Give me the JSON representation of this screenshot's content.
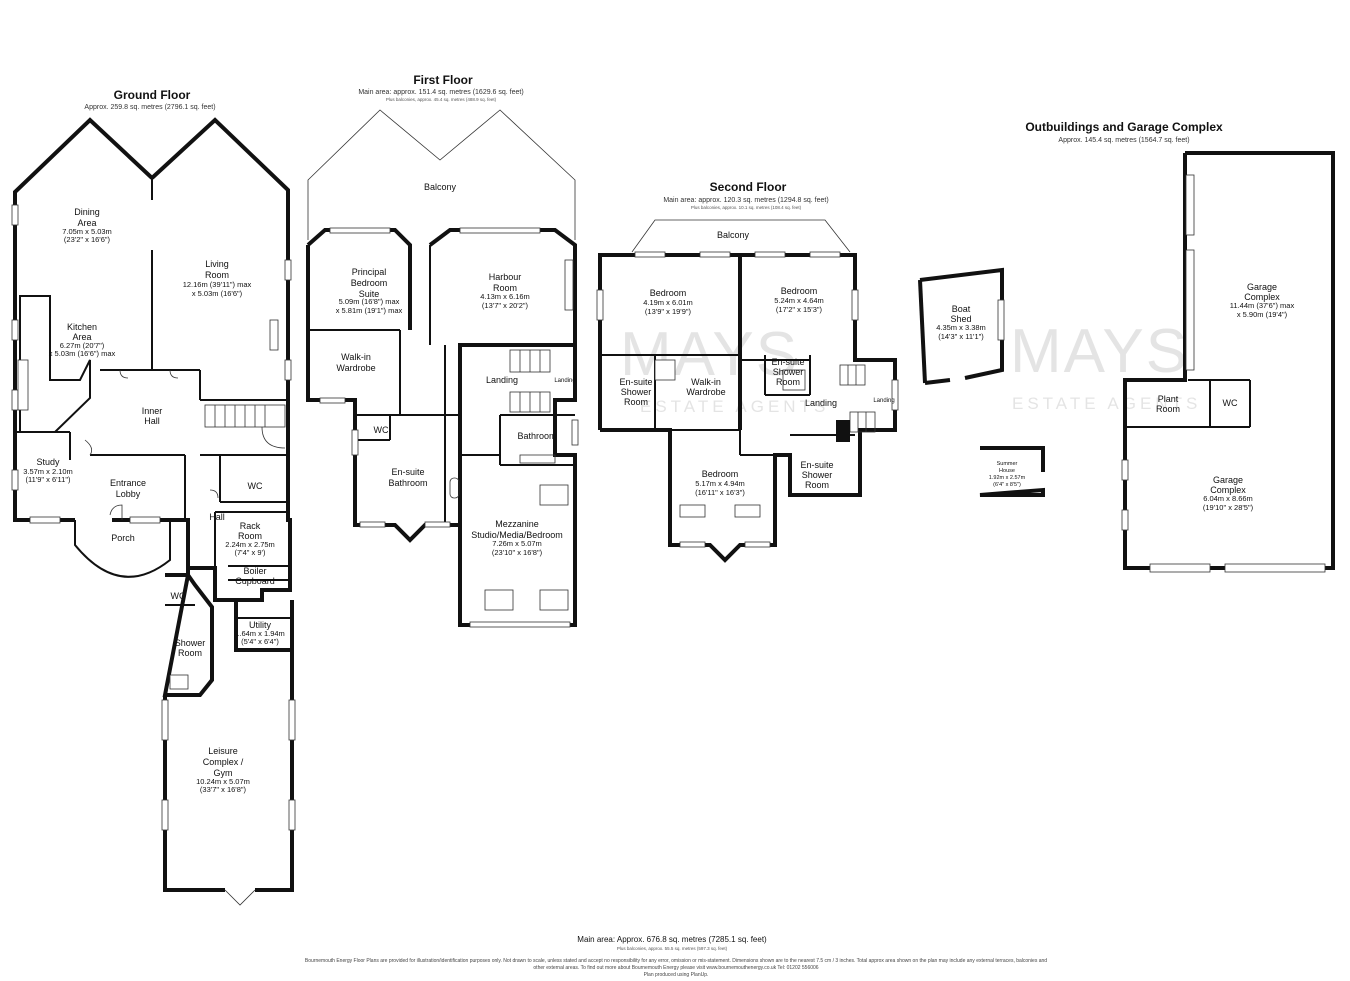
{
  "brand": {
    "watermark": "MAYS",
    "watermark_sub": "ESTATE AGENTS"
  },
  "floors": {
    "ground": {
      "title": "Ground Floor",
      "area": "Approx. 259.8 sq. metres (2796.1 sq. feet)"
    },
    "first": {
      "title": "First Floor",
      "area": "Main area: approx. 151.4 sq. metres (1629.6 sq. feet)",
      "note": "Plus balconies, approx. 45.4 sq. metres (488.9 sq. feet)"
    },
    "second": {
      "title": "Second Floor",
      "area": "Main area: approx. 120.3 sq. metres (1294.8 sq. feet)",
      "note": "Plus balconies, approx. 10.1 sq. metres (108.4 sq. feet)"
    },
    "outbuildings": {
      "title": "Outbuildings and Garage Complex",
      "area": "Approx. 145.4 sq. metres (1564.7 sq. feet)"
    }
  },
  "rooms": {
    "dining": {
      "name1": "Dining",
      "name2": "Area",
      "dim1": "7.05m x 5.03m",
      "dim2": "(23'2\" x 16'6\")"
    },
    "living": {
      "name1": "Living",
      "name2": "Room",
      "dim1": "12.16m (39'11\") max",
      "dim2": "x 5.03m (16'6\")"
    },
    "kitchen": {
      "name1": "Kitchen",
      "name2": "Area",
      "dim1": "6.27m (20'7\")",
      "dim2": "x 5.03m (16'6\") max"
    },
    "inner_hall": {
      "name1": "Inner",
      "name2": "Hall"
    },
    "study": {
      "name": "Study",
      "dim1": "3.57m x 2.10m",
      "dim2": "(11'9\" x 6'11\")"
    },
    "entrance": {
      "name1": "Entrance",
      "name2": "Lobby"
    },
    "porch": {
      "name": "Porch"
    },
    "wc_ground": {
      "name": "WC"
    },
    "rack": {
      "name1": "Rack",
      "name2": "Room",
      "dim1": "2.24m x 2.75m",
      "dim2": "(7'4\" x 9')"
    },
    "hall": {
      "name": "Hall"
    },
    "boiler": {
      "name1": "Boiler",
      "name2": "Cupboard"
    },
    "wc_leisure": {
      "name": "WC"
    },
    "shower_ground": {
      "name1": "Shower",
      "name2": "Room"
    },
    "utility": {
      "name": "Utility",
      "dim1": "1.64m x 1.94m",
      "dim2": "(5'4\" x 6'4\")"
    },
    "leisure": {
      "name1": "Leisure",
      "name2": "Complex /",
      "name3": "Gym",
      "dim1": "10.24m x 5.07m",
      "dim2": "(33'7\" x 16'8\")"
    },
    "balcony_first": {
      "name": "Balcony"
    },
    "principal": {
      "name1": "Principal",
      "name2": "Bedroom",
      "name3": "Suite",
      "dim1": "5.09m (16'8\") max",
      "dim2": "x 5.81m (19'1\") max"
    },
    "harbour": {
      "name1": "Harbour",
      "name2": "Room",
      "dim1": "4.13m x 6.16m",
      "dim2": "(13'7\" x 20'2\")"
    },
    "walkin_first": {
      "name1": "Walk-in",
      "name2": "Wardrobe"
    },
    "landing_first": {
      "name": "Landing"
    },
    "landing_first_small": {
      "name": "Landing"
    },
    "wc_first": {
      "name": "WC"
    },
    "bathroom_first": {
      "name": "Bathroom"
    },
    "ensuite_bath": {
      "name1": "En-suite",
      "name2": "Bathroom"
    },
    "mezzanine": {
      "name1": "Mezzanine",
      "name2": "Studio/Media/Bedroom",
      "dim1": "7.26m x 5.07m",
      "dim2": "(23'10\" x 16'8\")"
    },
    "balcony_second": {
      "name": "Balcony"
    },
    "bed_a": {
      "name": "Bedroom",
      "dim1": "4.19m x 6.01m",
      "dim2": "(13'9\" x 19'9\")"
    },
    "bed_b": {
      "name": "Bedroom",
      "dim1": "5.24m x 4.64m",
      "dim2": "(17'2\" x 15'3\")"
    },
    "ensuite_a": {
      "name1": "En-suite",
      "name2": "Shower",
      "name3": "Room"
    },
    "walkin_second": {
      "name1": "Walk-in",
      "name2": "Wardrobe"
    },
    "ensuite_b": {
      "name1": "En-suite",
      "name2": "Shower",
      "name3": "Room"
    },
    "landing_second": {
      "name": "Landing"
    },
    "landing_second_small": {
      "name": "Landing"
    },
    "bed_c": {
      "name": "Bedroom",
      "dim1": "5.17m x 4.94m",
      "dim2": "(16'11\" x 16'3\")"
    },
    "ensuite_c": {
      "name1": "En-suite",
      "name2": "Shower",
      "name3": "Room"
    },
    "boat_shed": {
      "name1": "Boat",
      "name2": "Shed",
      "dim1": "4.35m x 3.38m",
      "dim2": "(14'3\" x 11'1\")"
    },
    "summer_house": {
      "name1": "Summer",
      "name2": "House",
      "dim1": "1.92m x 2.57m",
      "dim2": "(6'4\" x 8'5\")"
    },
    "garage_upper": {
      "name1": "Garage",
      "name2": "Complex",
      "dim1": "11.44m (37'6\") max",
      "dim2": "x 5.90m (19'4\")"
    },
    "plant": {
      "name1": "Plant",
      "name2": "Room"
    },
    "wc_garage": {
      "name": "WC"
    },
    "garage_lower": {
      "name1": "Garage",
      "name2": "Complex",
      "dim1": "6.04m x 8.66m",
      "dim2": "(19'10\" x 28'5\")"
    }
  },
  "footer": {
    "total": "Main area: Approx. 676.8 sq. metres (7285.1 sq. feet)",
    "total_note": "Plus balconies, approx. 55.5 sq. metres (597.3 sq. feet)",
    "disclaimer1": "Bournemouth Energy Floor Plans are provided for illustration/identification purposes only. Not drawn to scale, unless stated and accept no responsibility for any error, omission or mis-statement. Dimensions shown are to the nearest 7.5 cm / 3 inches. Total approx area shown on the plan may include any external terraces, balconies and",
    "disclaimer2": "other external areas. To find out more about Bournemouth Energy please visit www.bournemouthenergy.co.uk Tel: 01202 556006",
    "disclaimer3": "Plan produced using PlanUp."
  }
}
